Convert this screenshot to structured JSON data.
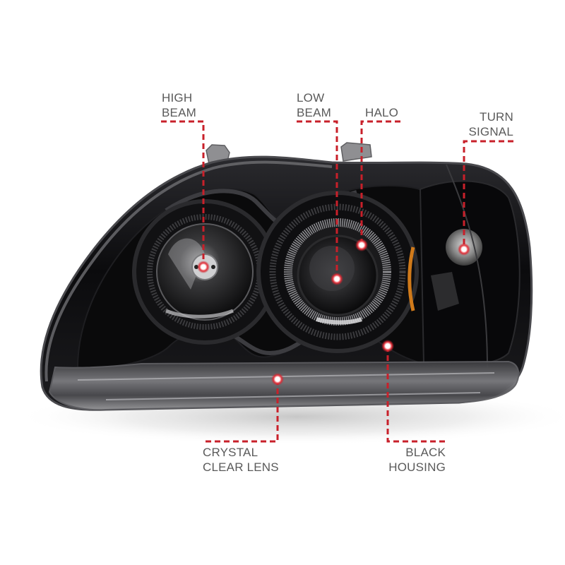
{
  "product": {
    "subject": "Projector headlight (driver side) with black housing",
    "colors": {
      "callout_red": "#c8202a",
      "label_gray": "#5a5a5a",
      "housing_black": "#0d0d0f",
      "amber_reflector": "#d07a1a",
      "background": "#ffffff"
    }
  },
  "callouts": [
    {
      "id": "high-beam",
      "lines": [
        "HIGH",
        "BEAM"
      ]
    },
    {
      "id": "low-beam",
      "lines": [
        "LOW",
        "BEAM"
      ]
    },
    {
      "id": "halo",
      "lines": [
        "HALO"
      ]
    },
    {
      "id": "turn-signal",
      "lines": [
        "TURN",
        "SIGNAL"
      ]
    },
    {
      "id": "crystal-clear-lens",
      "lines": [
        "CRYSTAL",
        "CLEAR LENS"
      ]
    },
    {
      "id": "black-housing",
      "lines": [
        "BLACK",
        "HOUSING"
      ]
    }
  ]
}
